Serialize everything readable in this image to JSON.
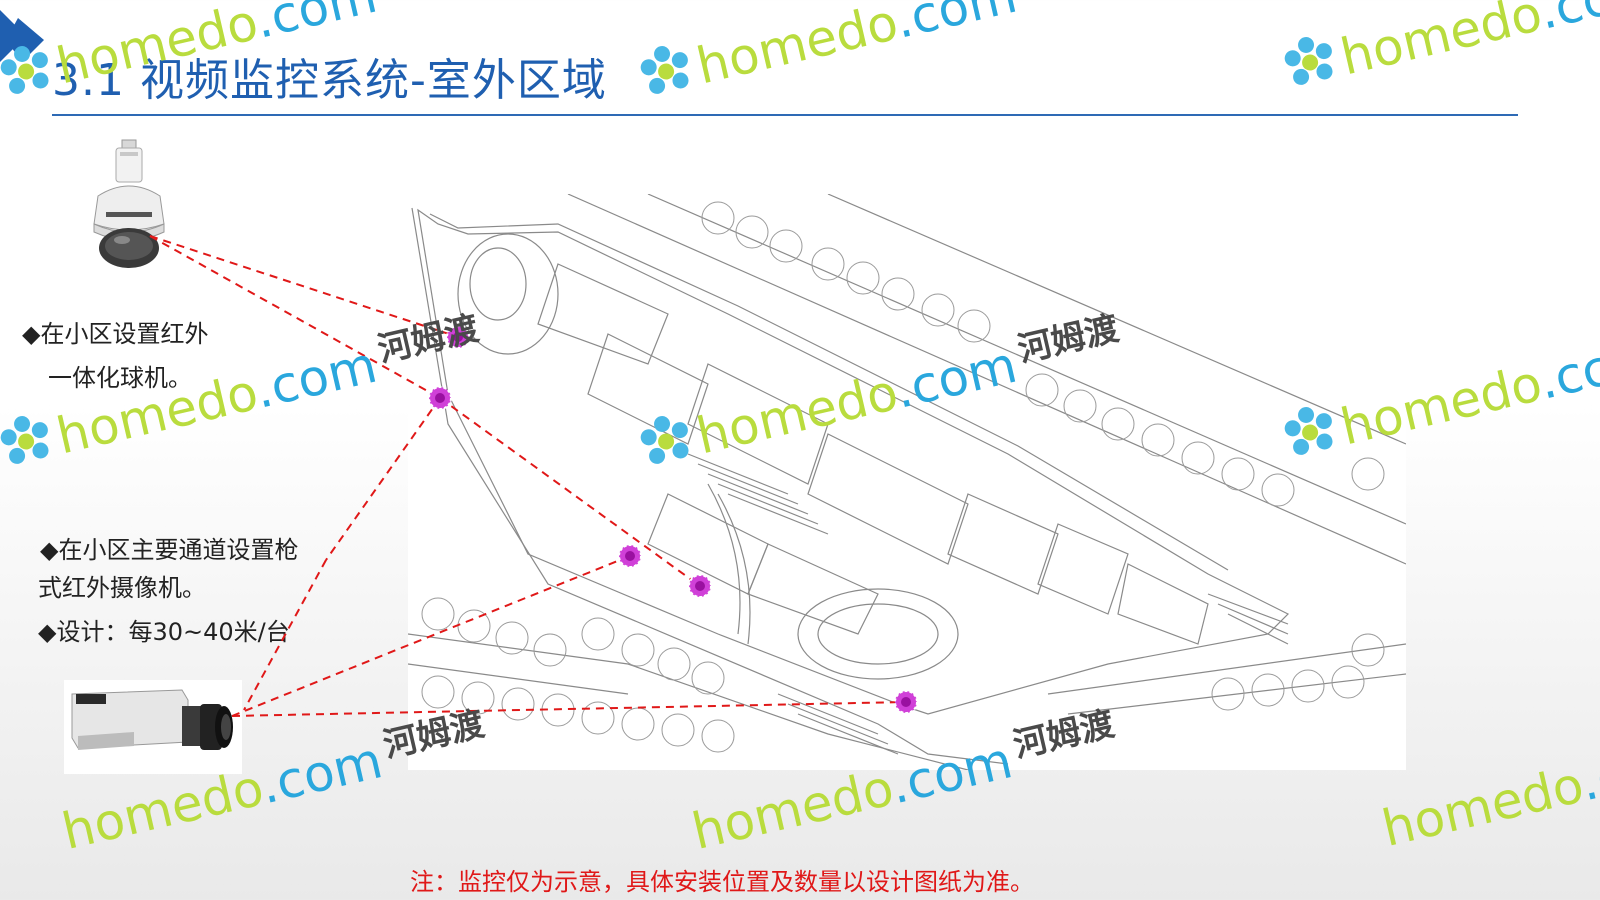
{
  "slide": {
    "title": "3.1 视频监控系统-室外区域",
    "bullet_dome_line1": "◆在小区设置红外",
    "bullet_dome_line2": "一体化球机。",
    "bullet_bullet_line1": "◆在小区主要通道设置枪",
    "bullet_bullet_line2": "式红外摄像机。",
    "bullet_design": "◆设计：每30~40米/台",
    "note": "注：监控仅为示意，具体安装位置及数量以设计图纸为准。"
  },
  "watermark": {
    "domain": "homedo",
    "dotcom": ".com",
    "cn": "河姆渡",
    "clipped": ".cc"
  },
  "colors": {
    "title": "#1f5fb0",
    "rule": "#2e6ab5",
    "dashed_line": "#e01818",
    "camera_marker": "#c020c8",
    "note": "#e01818"
  },
  "icons": {
    "dome_camera": "dome-camera-icon",
    "box_camera": "box-camera-icon",
    "marker": "camera-position-marker-icon"
  }
}
